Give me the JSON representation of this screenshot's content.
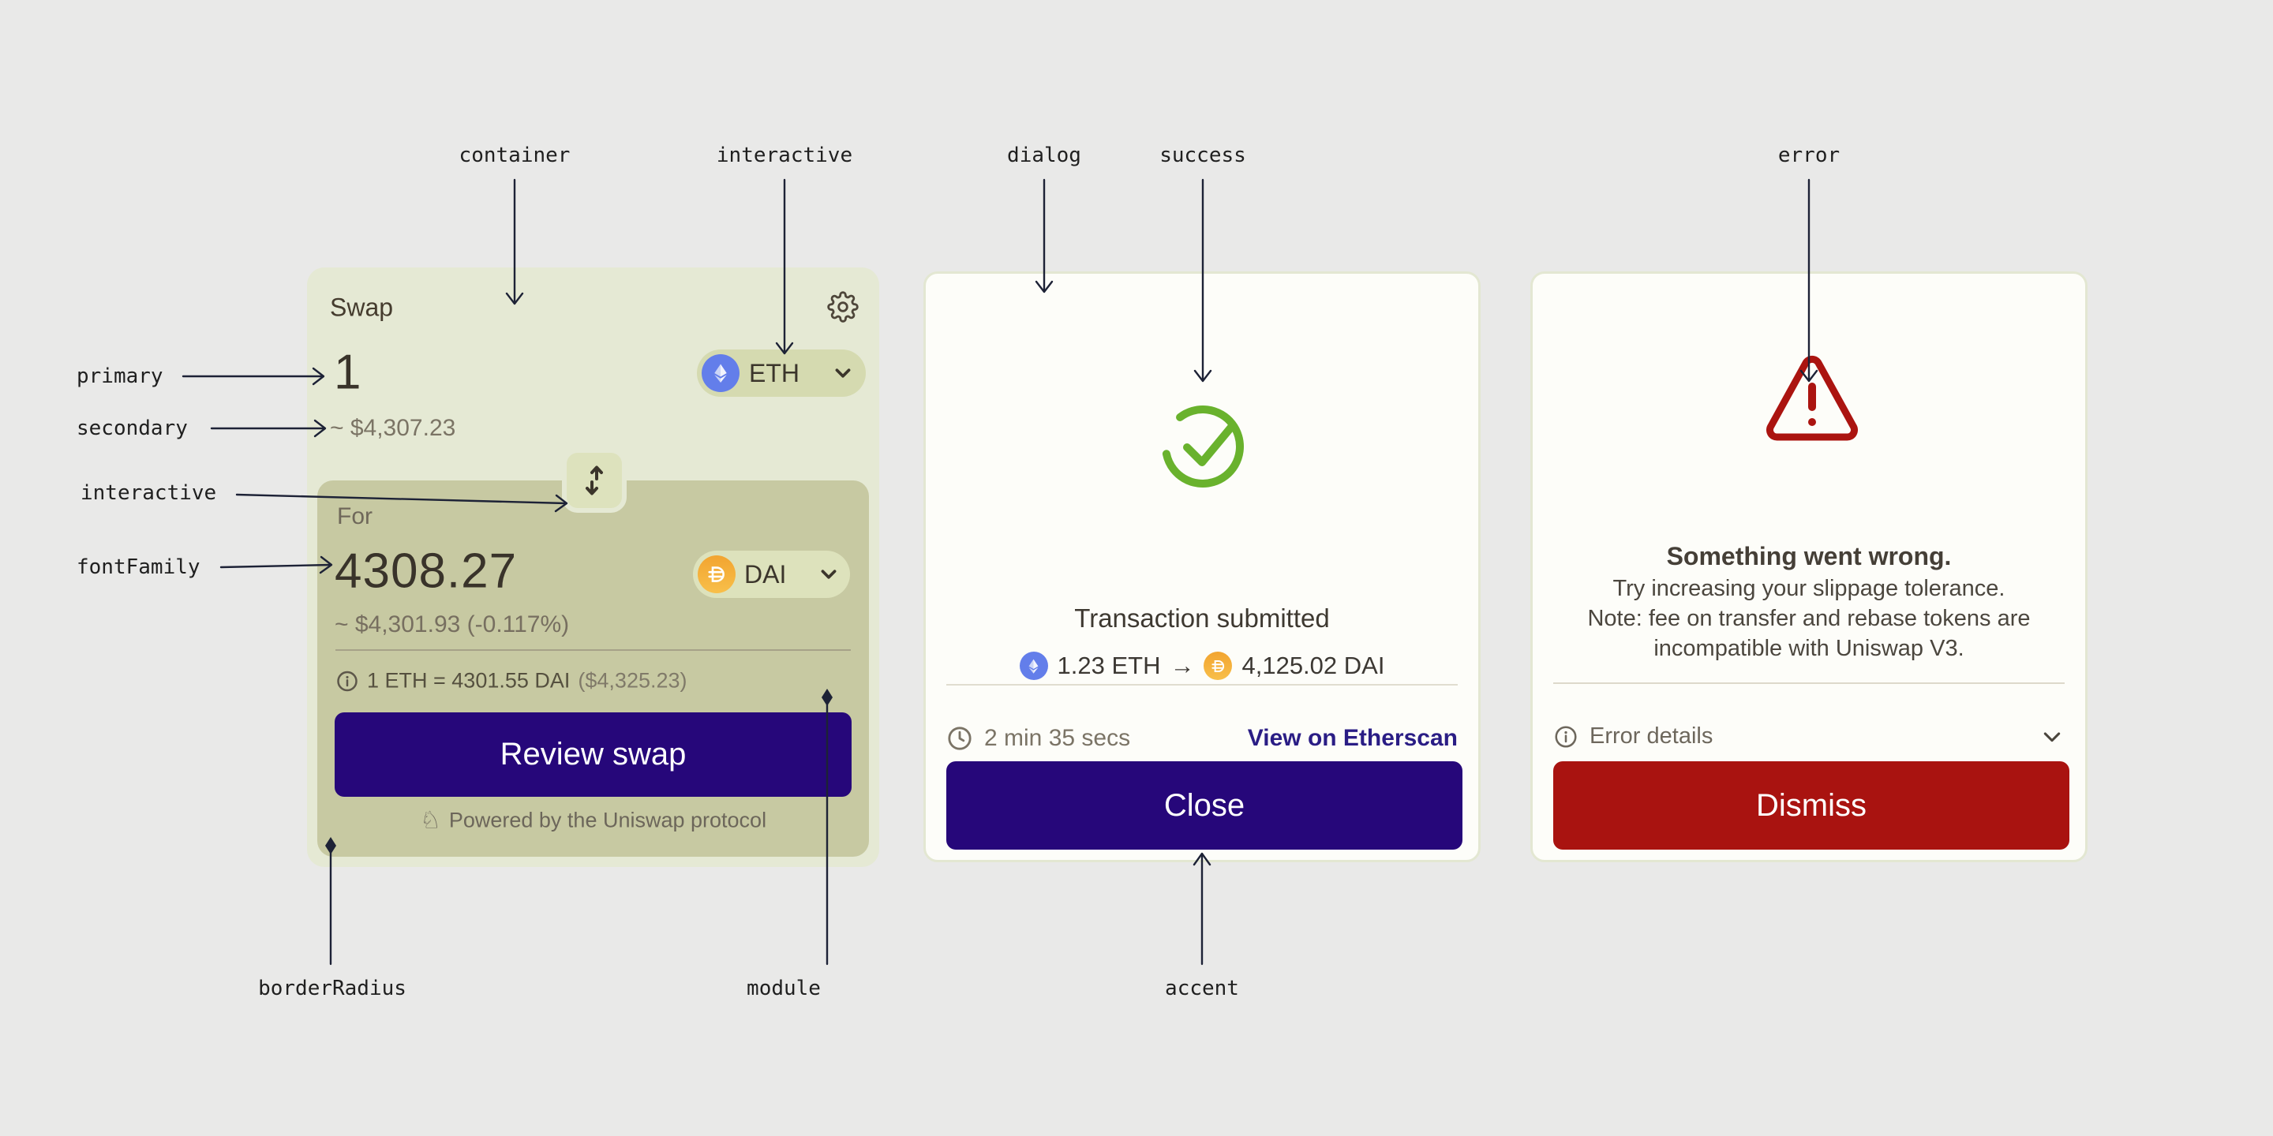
{
  "annotations": {
    "container": "container",
    "interactive_top": "interactive",
    "dialog": "dialog",
    "success": "success",
    "error": "error",
    "primary": "primary",
    "secondary": "secondary",
    "interactive_left": "interactive",
    "font_family": "fontFamily",
    "border_radius": "borderRadius",
    "module": "module",
    "accent": "accent"
  },
  "swap_card": {
    "title": "Swap",
    "sell": {
      "amount": "1",
      "fiat": "~ $4,307.23",
      "token": "ETH"
    },
    "buy": {
      "label": "For",
      "amount": "4308.27",
      "fiat": "~ $4,301.93 (-0.117%)",
      "token": "DAI"
    },
    "rate": "1 ETH = 4301.55 DAI",
    "rate_fiat": "($4,325.23)",
    "review_button": "Review swap",
    "footer": "Powered by the Uniswap protocol"
  },
  "dialog_card": {
    "title": "Transaction submitted",
    "from_amount": "1.23 ETH",
    "arrow": "→",
    "to_amount": "4,125.02 DAI",
    "time": "2 min 35 secs",
    "link": "View on Etherscan",
    "close_button": "Close"
  },
  "error_card": {
    "title": "Something went wrong.",
    "message_lines": [
      "Try increasing your slippage tolerance.",
      "Note: fee on transfer and rebase tokens are",
      "incompatible with Uniswap V3."
    ],
    "details_label": "Error details",
    "dismiss_button": "Dismiss"
  },
  "theme": {
    "page_bg": "#e9e9e8",
    "container_bg": "#e5e9d4",
    "module_bg": "#c7c9a2",
    "accent": "#26077a",
    "error": "#a91310",
    "success": "#69b22d",
    "link": "#2a1d85",
    "primary_text": "#3b352b",
    "secondary_text": "#7b7465",
    "eth_icon_bg": "#637eea",
    "dai_icon_bg": "#f5ac37"
  }
}
